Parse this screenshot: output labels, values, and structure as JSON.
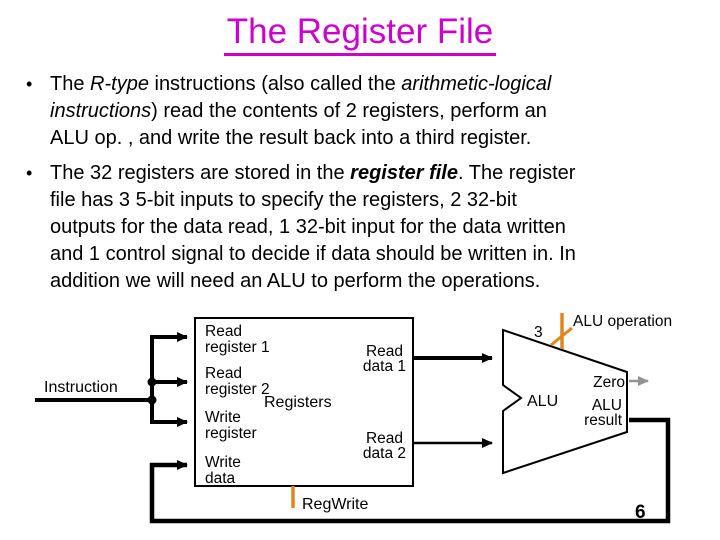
{
  "slide": {
    "title": "The Register File",
    "bullet_char": "•",
    "page_number": "6"
  },
  "bullets": [
    {
      "segments": [
        "The ",
        "R-type",
        " instructions (also called the ",
        "arithmetic-logical",
        "instructions",
        ") read the contents of 2 registers, perform an",
        "ALU op. , and write the result back into a third register."
      ]
    },
    {
      "segments": [
        "The 32 registers are stored in the ",
        "register file",
        ". The register",
        "file has 3 5-bit inputs to specify the registers, 2 32-bit",
        "outputs for the data read, 1 32-bit input for the data written",
        "and 1 control signal to decide if data should be written in. In",
        "addition we will need an ALU to perform the operations."
      ]
    }
  ],
  "diagram": {
    "labels": {
      "instruction": "Instruction",
      "read_register_1": [
        "Read",
        "register 1"
      ],
      "read_register_2": [
        "Read",
        "register 2"
      ],
      "write_register": [
        "Write",
        "register"
      ],
      "write_data": [
        "Write",
        "data"
      ],
      "registers": "Registers",
      "read_data_1": [
        "Read",
        "data 1"
      ],
      "read_data_2": [
        "Read",
        "data 2"
      ],
      "reg_write": "RegWrite",
      "alu": "ALU",
      "zero": "Zero",
      "alu_result": [
        "ALU",
        "result"
      ],
      "bus_width": "3",
      "alu_operation": "ALU operation"
    }
  },
  "colors": {
    "title_magenta": "#CC00CC",
    "control_orange": "#E0851F",
    "zero_gray": "#929292",
    "text_black": "#000000"
  }
}
